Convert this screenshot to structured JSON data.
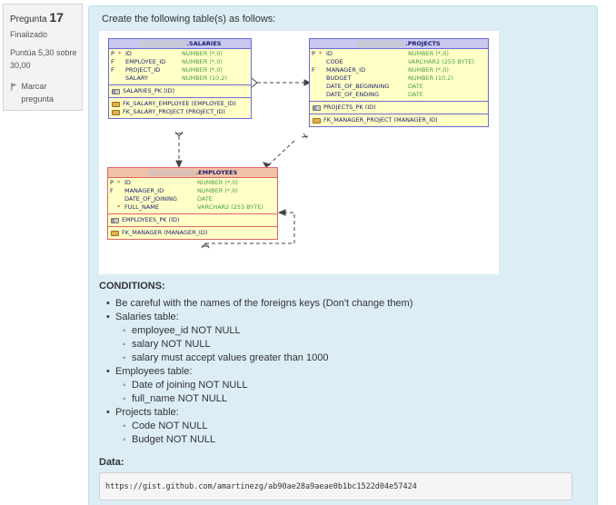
{
  "info": {
    "question_label": "Pregunta",
    "question_number": "17",
    "state": "Finalizado",
    "points": "Puntúa 5,30 sobre 30,00",
    "flag_label": "Marcar pregunta"
  },
  "question": {
    "prompt": "Create the following table(s) as follows:",
    "diagram": {
      "salaries": {
        "name": ".SALARIES",
        "columns": [
          {
            "key": "P",
            "star": "*",
            "name": "ID",
            "type": "NUMBER (*,0)"
          },
          {
            "key": "F",
            "star": "",
            "name": "EMPLOYEE_ID",
            "type": "NUMBER (*,0)"
          },
          {
            "key": "F",
            "star": "",
            "name": "PROJECT_ID",
            "type": "NUMBER (*,0)"
          },
          {
            "key": "",
            "star": "",
            "name": "SALARY",
            "type": "NUMBER (10,2)"
          }
        ],
        "pk": "SALARIES_PK (ID)",
        "fks": [
          "FK_SALARY_EMPLOYEE (EMPLOYEE_ID)",
          "FK_SALARY_PROJECT (PROJECT_ID)"
        ]
      },
      "projects": {
        "name": ".PROJECTS",
        "columns": [
          {
            "key": "P",
            "star": "*",
            "name": "ID",
            "type": "NUMBER (*,0)"
          },
          {
            "key": "",
            "star": "",
            "name": "CODE",
            "type": "VARCHAR2 (255 BYTE)"
          },
          {
            "key": "F",
            "star": "",
            "name": "MANAGER_ID",
            "type": "NUMBER (*,0)"
          },
          {
            "key": "",
            "star": "",
            "name": "BUDGET",
            "type": "NUMBER (10,2)"
          },
          {
            "key": "",
            "star": "",
            "name": "DATE_OF_BEGINNING",
            "type": "DATE"
          },
          {
            "key": "",
            "star": "",
            "name": "DATE_OF_ENDING",
            "type": "DATE"
          }
        ],
        "pk": "PROJECTS_PK (ID)",
        "fks": [
          "FK_MANAGER_PROJECT (MANAGER_ID)"
        ]
      },
      "employees": {
        "name": ".EMPLOYEES",
        "columns": [
          {
            "key": "P",
            "star": "*",
            "name": "ID",
            "type": "NUMBER (*,0)"
          },
          {
            "key": "F",
            "star": "",
            "name": "MANAGER_ID",
            "type": "NUMBER (*,0)"
          },
          {
            "key": "",
            "star": "",
            "name": "DATE_OF_JOINING",
            "type": "DATE"
          },
          {
            "key": "",
            "star": "*",
            "name": "FULL_NAME",
            "type": "VARCHAR2 (255 BYTE)"
          }
        ],
        "pk": "EMPLOYEES_PK (ID)",
        "fks": [
          "FK_MANAGER (MANAGER_ID)"
        ]
      }
    },
    "conditions_title": "CONDITIONS:",
    "conditions": [
      {
        "text": "Be careful with the names of the foreigns keys (Don't change them)",
        "sub": []
      },
      {
        "text": "Salaries table:",
        "sub": [
          "employee_id NOT NULL",
          "salary NOT NULL",
          "salary must accept values greater than 1000"
        ]
      },
      {
        "text": "Employees table:",
        "sub": [
          "Date of joining NOT NULL",
          "full_name NOT NULL"
        ]
      },
      {
        "text": "Projects table:",
        "sub": [
          "Code NOT NULL",
          "Budget NOT NULL"
        ]
      }
    ],
    "data_label": "Data:",
    "data_url": "https://gist.github.com/amartinezg/ab90ae28a9aeae0b1bc1522d04e57424"
  },
  "colors": {
    "panel_bg": "#dcedf6",
    "table_fill": "#ffffc6",
    "table_border_blue": "#6b6bd6",
    "table_border_red": "#e06565",
    "type_green": "#4aa04a"
  }
}
